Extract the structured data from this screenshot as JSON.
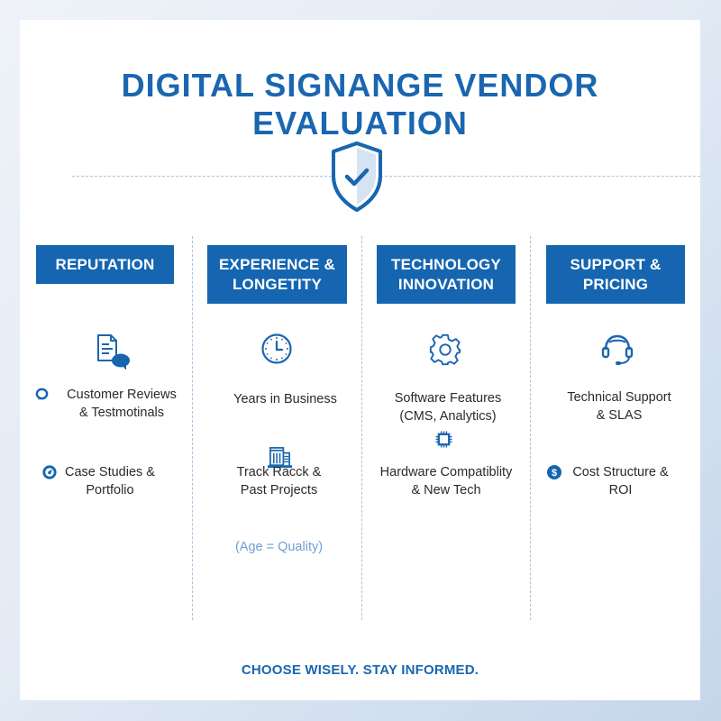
{
  "title": {
    "line1": "DIGITAL SIGNANGE VENDOR",
    "line2": "EVALUATION"
  },
  "hero_icon": "shield-check-icon",
  "colors": {
    "primary": "#1565b0",
    "title": "#1a66b0",
    "note": "#6f9fd1",
    "divider": "#a9c4e0",
    "text": "#2a2a2a"
  },
  "columns": [
    {
      "header": {
        "line1": "REPUTATION",
        "line2": ""
      },
      "icon": "document-chat-icon",
      "items": [
        {
          "icon": "chat-bubble-icon",
          "line1": "Customer Reviews",
          "line2": "& Testmotinals"
        },
        {
          "icon": "target-circle-icon",
          "line1": "Case Studies &",
          "line2": "Portfolio"
        }
      ]
    },
    {
      "header": {
        "line1": "EXPERIENCE &",
        "line2": "LONGETITY"
      },
      "icon": "clock-icon",
      "items": [
        {
          "icon": "",
          "line1": "Years in Business",
          "line2": ""
        },
        {
          "icon": "building-icon",
          "line1": "Track Racck &",
          "line2": "Past Projects"
        }
      ],
      "note": "(Age = Quality)"
    },
    {
      "header": {
        "line1": "TECHNOLOGY",
        "line2": "INNOVATION"
      },
      "icon": "gear-icon",
      "items": [
        {
          "icon": "",
          "line1": "Software Features",
          "line2": "(CMS, Analytics)"
        },
        {
          "icon": "chip-icon",
          "line1": "Hardware Compatiblity",
          "line2": "& New Tech"
        }
      ]
    },
    {
      "header": {
        "line1": "SUPPORT &",
        "line2": "PRICING"
      },
      "icon": "headset-icon",
      "items": [
        {
          "icon": "",
          "line1": "Technical Support",
          "line2": "& SLAS"
        },
        {
          "icon": "dollar-circle-icon",
          "line1": "Cost Structure &",
          "line2": "ROI"
        }
      ]
    }
  ],
  "footer": "CHOOSE WISELY. STAY INFORMED."
}
